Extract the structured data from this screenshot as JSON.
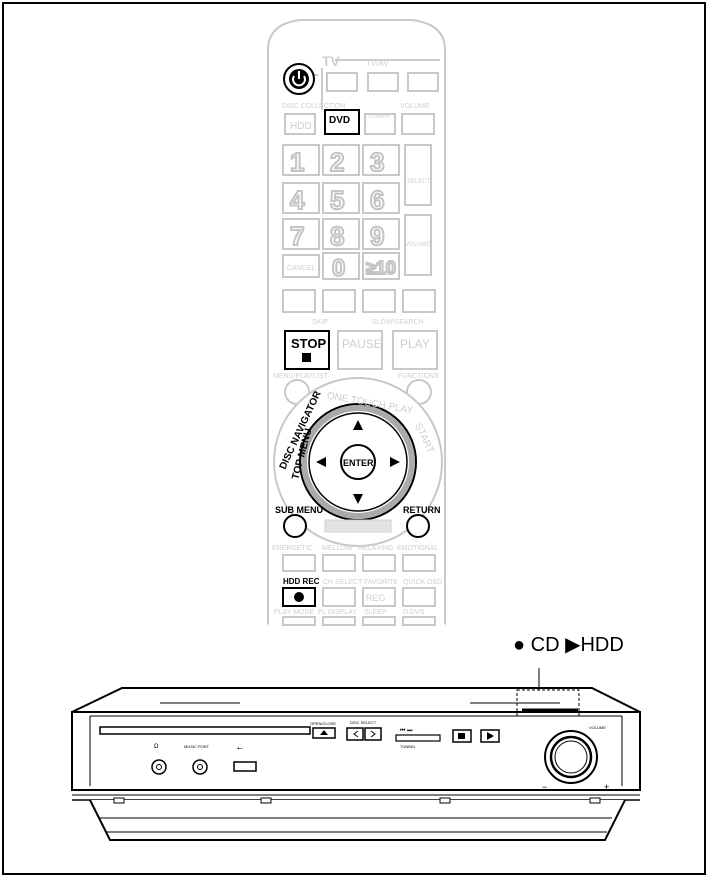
{
  "remote": {
    "tv_label": "TV",
    "tv_av": "TV/AV",
    "disc_collection": "DISC COLLECTION",
    "hdd": "HDD",
    "dvd": "DVD",
    "tuner": "TUNER",
    "volume": "VOLUME",
    "numbers": [
      "1",
      "2",
      "3",
      "4",
      "5",
      "6",
      "7",
      "8",
      "9",
      "0",
      "≥10"
    ],
    "select": "SELECT",
    "volume2": "VOLUME",
    "cancel": "CANCEL",
    "skip": "SKIP",
    "slow_search": "SLOW/SEARCH",
    "stop": "STOP",
    "pause": "PAUSE",
    "play": "PLAY",
    "menu_playlist": "MENU/PLAYLIST",
    "functions": "FUNCTIONS",
    "one_touch_play": "ONE TOUCH PLAY",
    "disc_navigator": "DISC NAVIGATOR",
    "top_menu": "TOP MENU",
    "start": "START",
    "enter": "ENTER",
    "sub_menu": "SUB MENU",
    "return": "RETURN",
    "energetic": "ENERGETIC",
    "mellow": "MELLOW",
    "relaxing": "RELAXING",
    "emotional": "EMOTIONAL",
    "hdd_rec": "HDD REC",
    "ch_select": "CH SELECT",
    "favorite": "FAVORITE",
    "quick_osd": "QUICK OSD",
    "reg": "REG",
    "play_mode": "PLAY MODE",
    "fl_display": "FL DISPLAY",
    "sleep": "SLEEP",
    "dvs": "D.DVS"
  },
  "callout": {
    "label": "● CD ▶HDD"
  },
  "unit": {
    "open_close": "OPEN/CLOSE",
    "disc_select": "DISC SELECT",
    "tuning": "TUNING",
    "volume": "VOLUME",
    "headphone": "Ω",
    "music_port": "MUSIC PORT",
    "usb": "⭠",
    "minus": "−",
    "plus": "+"
  }
}
